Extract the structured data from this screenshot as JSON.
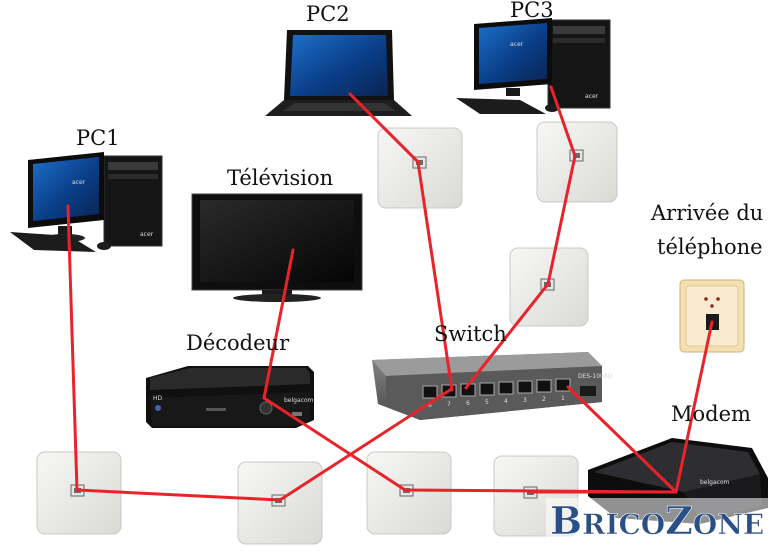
{
  "labels": {
    "pc1": "PC1",
    "pc2": "PC2",
    "pc3": "PC3",
    "television": "Télévision",
    "decodeur": "Décodeur",
    "switch": "Switch",
    "arrivee_line1": "Arrivée du",
    "arrivee_line2": "téléphone",
    "modem": "Modem"
  },
  "device_text": {
    "acer": "acer",
    "hd": "HD",
    "belgacom": "belgacom",
    "switch_model": "DES-1008D",
    "switch_ports": [
      "8",
      "7",
      "6",
      "5",
      "4",
      "3",
      "2",
      "1"
    ],
    "modem_brand": "belgacom"
  },
  "watermark": {
    "part1_cap": "B",
    "part1_rest": "RICO",
    "part2_cap": "Z",
    "part2_rest": "ONE"
  },
  "colors": {
    "cable": "#e8232a",
    "watermark": "#2a4f86"
  }
}
